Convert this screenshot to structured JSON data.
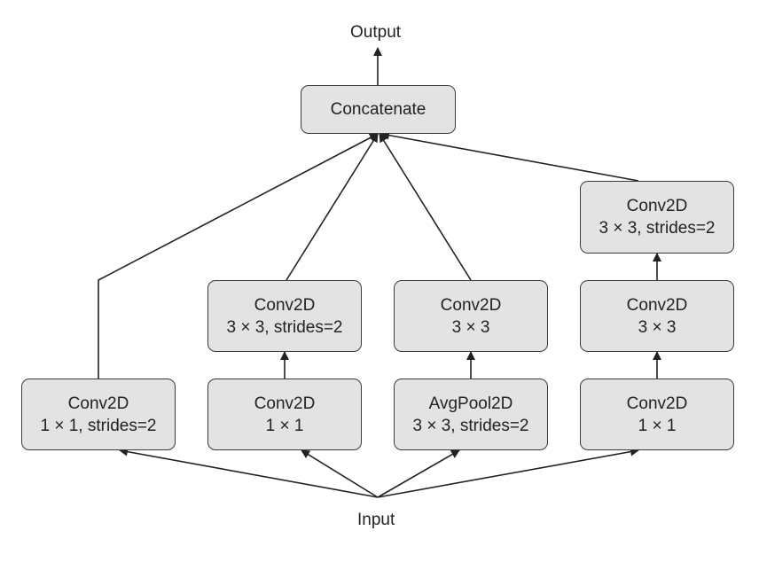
{
  "diagram": {
    "output_label": "Output",
    "input_label": "Input",
    "concat": {
      "title": "Concatenate"
    },
    "branch1": {
      "l1": {
        "title": "Conv2D",
        "sub": "1 × 1, strides=2"
      }
    },
    "branch2": {
      "l1": {
        "title": "Conv2D",
        "sub": "1 × 1"
      },
      "l2": {
        "title": "Conv2D",
        "sub": "3 × 3, strides=2"
      }
    },
    "branch3": {
      "l1": {
        "title": "AvgPool2D",
        "sub": "3 × 3, strides=2"
      },
      "l2": {
        "title": "Conv2D",
        "sub": "3 × 3"
      }
    },
    "branch4": {
      "l1": {
        "title": "Conv2D",
        "sub": "1 × 1"
      },
      "l2": {
        "title": "Conv2D",
        "sub": "3 × 3"
      },
      "l3": {
        "title": "Conv2D",
        "sub": "3 × 3, strides=2"
      }
    }
  }
}
